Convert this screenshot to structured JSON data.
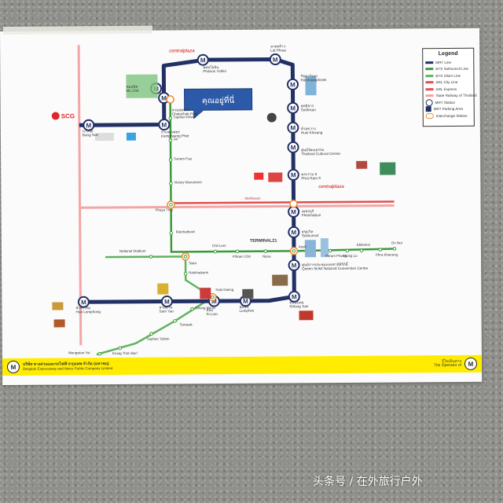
{
  "colors": {
    "mrt": "#223064",
    "bts_sukhumvit": "#3a9a3a",
    "bts_silom": "#5fb35f",
    "arl": "#e05050",
    "srt": "#f3a0a0",
    "interchange": "#f08a2a",
    "footer": "#ffec00"
  },
  "legend": {
    "title": "Legend",
    "items": [
      {
        "label": "MRT Line",
        "symbol": "mrt"
      },
      {
        "label": "BTS Sukhumvit Line",
        "symbol": "bts_sukhumvit"
      },
      {
        "label": "BTS Silom Line",
        "symbol": "bts_silom"
      },
      {
        "label": "ARL City Line",
        "symbol": "arl"
      },
      {
        "label": "ARL Express",
        "symbol": "arl"
      },
      {
        "label": "State Railway of Thailand",
        "symbol": "srt"
      },
      {
        "label": "MRT Station",
        "symbol": "station-icon"
      },
      {
        "label": "MRT Parking Area",
        "symbol": "parking-icon"
      },
      {
        "label": "Interchange Station",
        "symbol": "interchange-icon"
      }
    ]
  },
  "callout": "คุณอยู่ที่นี่",
  "brands": {
    "scg": "SCG",
    "central_top": "centralplaza",
    "central_mid": "centralplaza",
    "terminal": "TERMINAL21"
  },
  "mrt_stations": [
    {
      "id": "bang-sue",
      "name": "Bang Sue",
      "thai": "บางซื่อ"
    },
    {
      "id": "kamphaeng-phet",
      "name": "Kamphaeng Phet",
      "thai": "กำแพงเพชร"
    },
    {
      "id": "chatuchak",
      "name": "Chatuchak Park",
      "thai": "สวนจตุจักร"
    },
    {
      "id": "mo-chit",
      "name": "Mo Chit",
      "thai": "หมอชิต"
    },
    {
      "id": "phahon",
      "name": "Phahon Yothin",
      "thai": "พหลโยธิน"
    },
    {
      "id": "lat-phrao",
      "name": "Lat Phrao",
      "thai": "ลาดพร้าว"
    },
    {
      "id": "ratchadaphisek",
      "name": "Ratchadaphisek",
      "thai": "รัชดาภิเษก"
    },
    {
      "id": "sutthisan",
      "name": "Sutthisan",
      "thai": "สุทธิสาร"
    },
    {
      "id": "huai-khwang",
      "name": "Huai Khwang",
      "thai": "ห้วยขวาง"
    },
    {
      "id": "cultural-centre",
      "name": "Thailand Cultural Centre",
      "thai": "ศูนย์วัฒนธรรม"
    },
    {
      "id": "rama9",
      "name": "Phra Ram 9",
      "thai": "พระราม 9"
    },
    {
      "id": "phetchaburi",
      "name": "Phetchaburi",
      "thai": "เพชรบุรี"
    },
    {
      "id": "sukhumvit",
      "name": "Sukhumvit",
      "thai": "สุขุมวิท"
    },
    {
      "id": "qsncc",
      "name": "Queen Sirikit National Convention Centre",
      "thai": "ศูนย์การประชุมแห่งชาติสิริกิติ์"
    },
    {
      "id": "khlong-toei",
      "name": "Khlong Toei",
      "thai": "คลองเตย"
    },
    {
      "id": "lumphini",
      "name": "Lumphini",
      "thai": "ลุมพินี"
    },
    {
      "id": "silom",
      "name": "Si Lom",
      "thai": "สีลม"
    },
    {
      "id": "sam-yan",
      "name": "Sam Yan",
      "thai": "สามย่าน"
    },
    {
      "id": "hua-lamphong",
      "name": "Hua Lamphong",
      "thai": "หัวลำโพง"
    }
  ],
  "bts_stations": [
    {
      "id": "saphan-khwai",
      "name": "Saphan Khwai",
      "thai": "สะพานควาย"
    },
    {
      "id": "ari",
      "name": "Ari",
      "thai": "อารีย์"
    },
    {
      "id": "sanam-pao",
      "name": "Sanam Pao",
      "thai": "สนามเป้า"
    },
    {
      "id": "victory",
      "name": "Victory Monument",
      "thai": "อนุสาวรีย์ชัยสมรภูมิ"
    },
    {
      "id": "phaya-thai",
      "name": "Phaya Thai",
      "thai": "พญาไท"
    },
    {
      "id": "ratchathewi",
      "name": "Ratchathewi",
      "thai": "ราชเทวี"
    },
    {
      "id": "siam",
      "name": "Siam",
      "thai": "สยาม"
    },
    {
      "id": "chit-lom",
      "name": "Chit Lom",
      "thai": "ชิดลม"
    },
    {
      "id": "phloen-chit",
      "name": "Phloen Chit",
      "thai": "เพลินจิต"
    },
    {
      "id": "nana",
      "name": "Nana",
      "thai": "นานา"
    },
    {
      "id": "asok",
      "name": "Asok",
      "thai": "อโศก"
    },
    {
      "id": "phrom-phong",
      "name": "Phrom Phong",
      "thai": "พร้อมพงษ์"
    },
    {
      "id": "thong-lo",
      "name": "Thong Lo",
      "thai": "ทองหล่อ"
    },
    {
      "id": "ekkamai",
      "name": "Ekkamai",
      "thai": "เอกมัย"
    },
    {
      "id": "phra-khanong",
      "name": "Phra Khanong",
      "thai": "พระโขนง"
    },
    {
      "id": "on-nut",
      "name": "On Nut",
      "thai": "อ่อนนุช"
    },
    {
      "id": "national-stadium",
      "name": "National Stadium",
      "thai": "สนามกีฬาแห่งชาติ"
    },
    {
      "id": "ratchadamri",
      "name": "Ratchadamri",
      "thai": "ราชดำริ"
    },
    {
      "id": "sala-daeng",
      "name": "Sala Daeng",
      "thai": "ศาลาแดง"
    },
    {
      "id": "chong-nonsi",
      "name": "Chong Nonsi",
      "thai": "ช่องนนทรี"
    },
    {
      "id": "surasak",
      "name": "Surasak",
      "thai": "สุรศักดิ์"
    },
    {
      "id": "saphan-taksin",
      "name": "Saphan Taksin",
      "thai": "สะพานตากสิน"
    },
    {
      "id": "krung-thon",
      "name": "Krung Thon Buri",
      "thai": "กรุงธนบุรี"
    },
    {
      "id": "wongwian-yai",
      "name": "Wongwian Yai",
      "thai": "วงเวียนใหญ่"
    }
  ],
  "arl_station": {
    "name": "Makkasan",
    "thai": "มักกะสัน"
  },
  "sukhumvit_pair": {
    "asok": "Asok",
    "terminal": "Terminal 21"
  },
  "footer": {
    "org_thai": "บริษัท ทางด่วนและรถไฟฟ้ากรุงเทพ จำกัด (มหาชน)",
    "org_en": "Bangkok Expressway and Metro Public Company Limited",
    "right_thai": "รู้ใจเดินทาง",
    "right_en": "The Operator of",
    "logo": "M"
  },
  "watermark": "头条号 / 在外旅行户外"
}
